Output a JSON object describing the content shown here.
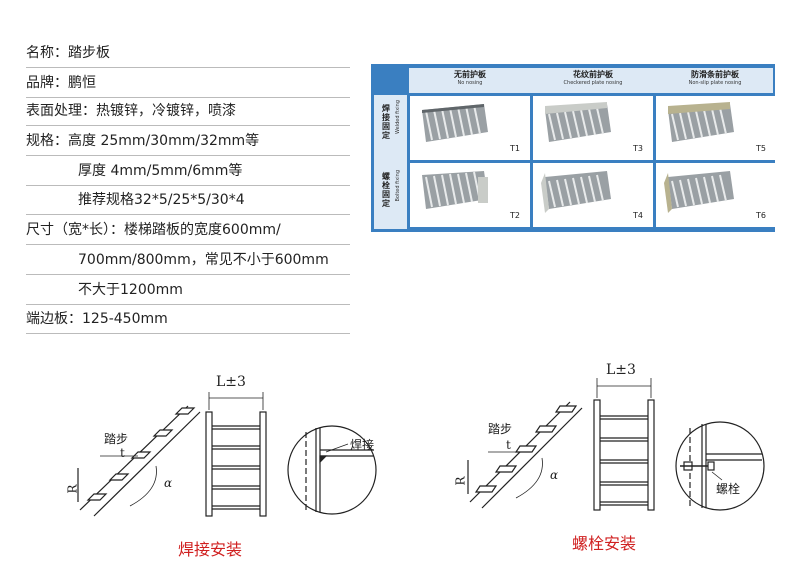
{
  "spec": {
    "name": "名称：踏步板",
    "brand": "品牌：鹏恒",
    "surface": "表面处理：热镀锌，冷镀锌，喷漆",
    "spec_height": "规格：高度 25mm/30mm/32mm等",
    "spec_thickness": "厚度 4mm/5mm/6mm等",
    "spec_recommended": "推荐规格32*5/25*5/30*4",
    "size_line1": "尺寸（宽*长）：楼梯踏板的宽度600mm/",
    "size_line2": "700mm/800mm，常见不小于600mm",
    "size_line3": "不大于1200mm",
    "end_plate": "端边板：125-450mm"
  },
  "table": {
    "columns": [
      {
        "cn": "无前护板",
        "en": "No nosing"
      },
      {
        "cn": "花纹前护板",
        "en": "Checkered plate nosing"
      },
      {
        "cn": "防滑条前护板",
        "en": "Non-slip plate nosing"
      }
    ],
    "rows": [
      {
        "cn": "焊接固定",
        "en": "Welded fixing",
        "codes": [
          "T1",
          "T3",
          "T5"
        ]
      },
      {
        "cn": "螺栓固定",
        "en": "Bolted fixing",
        "codes": [
          "T2",
          "T4",
          "T6"
        ]
      }
    ]
  },
  "drawings": {
    "left": {
      "caption": "焊接安装",
      "dim_label": "L±3",
      "step_label": "踏步",
      "t_label": "t",
      "r_label": "R",
      "angle_label": "α",
      "detail_label": "焊接"
    },
    "right": {
      "caption": "螺栓安装",
      "dim_label": "L±3",
      "step_label": "踏步",
      "t_label": "t",
      "r_label": "R",
      "angle_label": "α",
      "detail_label": "螺栓"
    }
  },
  "colors": {
    "table_blue": "#3a7fc1",
    "caption_red": "#d02020"
  }
}
